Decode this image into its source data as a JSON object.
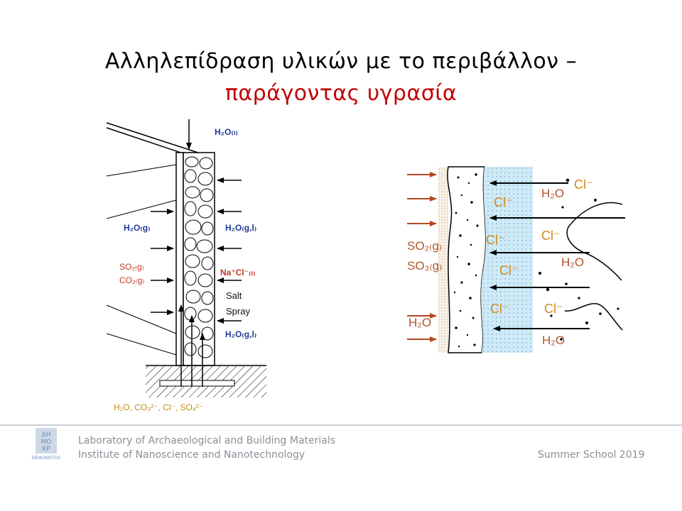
{
  "title": {
    "line1": "Αλληλεπίδραση υλικών με το περιβάλλον –",
    "line2": "παράγοντας υγρασία"
  },
  "left_diagram": {
    "h2o_l": "H₂O₍ₗ₎",
    "h2o_g_left": "H₂O₍g₎",
    "h2o_gl_upper": "H₂O₍g,l₎",
    "so2_g": "SO₂₍g₎",
    "co2_g": "CO₂₍g₎",
    "nacl_l": "Na⁺Cl⁻₍ₗ₎",
    "salt": "Salt",
    "spray": "Spray",
    "h2o_gl_lower": "H₂O₍g,l₎",
    "ground_species": "H₂O, CO₃²⁻, Cl⁻, SO₄²⁻"
  },
  "right_diagram": {
    "so2_g": "SO₂₍g₎",
    "so3_g": "SO₃₍g₎",
    "h2o_left": "H₂O",
    "cl_1": "Cl⁻",
    "cl_2": "Cl⁻",
    "cl_3": "Cl⁻",
    "cl_4": "Cl⁻",
    "cl_5": "Cl⁻",
    "cl_6": "Cl⁻",
    "cl_7": "Cl⁻",
    "h2o_1": "H₂O",
    "h2o_2": "H₂O",
    "h2o_3": "H₂O"
  },
  "footer": {
    "lab": "Laboratory of Archaeological and Building Materials",
    "institute": "Institute of Nanoscience and Nanotechnology",
    "event": "Summer School 2019",
    "logo_text": "DEMOKRITOS"
  },
  "colors": {
    "title_red": "#c00000",
    "label_blue": "#1f3a93",
    "label_red": "#c0392b",
    "cl_orange": "#d28a1e",
    "h2o_brown": "#b0552a",
    "arrow_red": "#b5471f",
    "water_blue": "#cfeaf7"
  }
}
